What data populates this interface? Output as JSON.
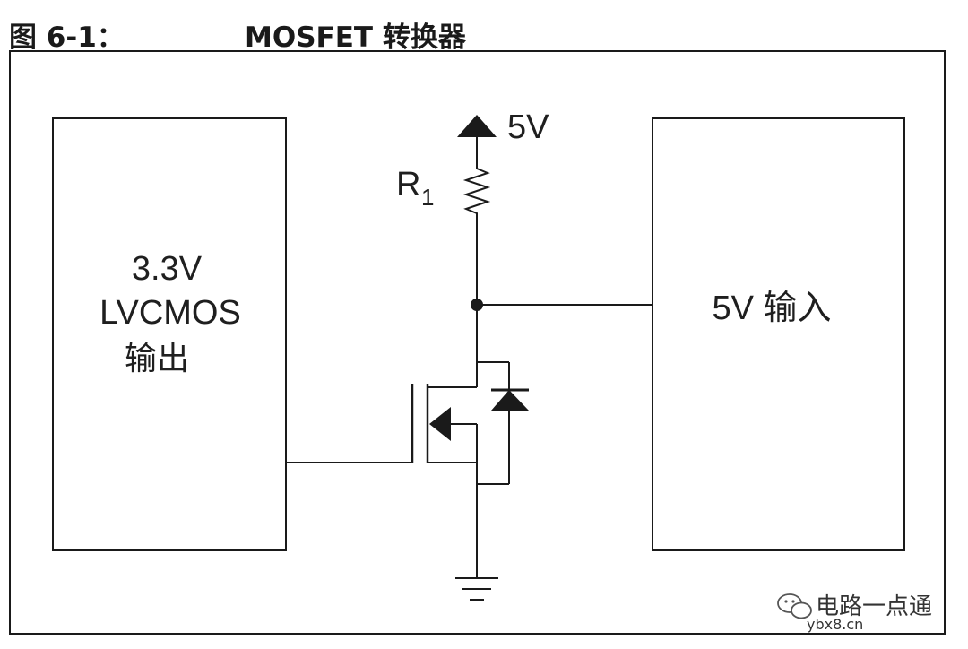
{
  "figure": {
    "number_label": "图 6-1：",
    "title": "MOSFET 转换器"
  },
  "left_block": {
    "line1": "3.3V",
    "line2": "LVCMOS",
    "line3": "输出"
  },
  "right_block": {
    "label": "5V 输入"
  },
  "supply": {
    "label": "5V"
  },
  "resistor": {
    "label": "R",
    "subscript": "1"
  },
  "watermark": {
    "brand": "电路一点通",
    "site": "ybx8.cn",
    "icon": "wechat-icon"
  },
  "colors": {
    "line": "#1a1a1a",
    "background": "#ffffff"
  }
}
